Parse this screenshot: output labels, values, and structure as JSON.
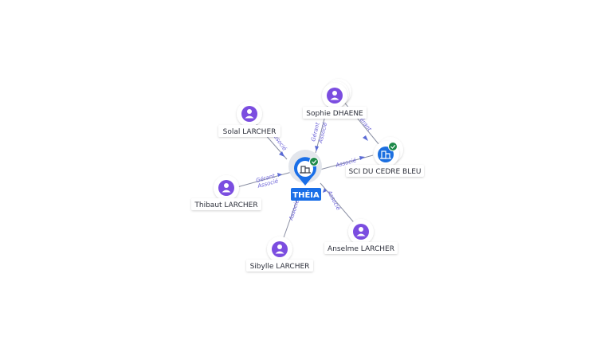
{
  "colors": {
    "person": "#7b4de0",
    "company": "#1c6fe0",
    "check": "#1e8a4a",
    "center": "#1a6fe8",
    "edge_label": "#6c63d8"
  },
  "center": {
    "label": "THÉIA",
    "icon": "building-icon"
  },
  "nodes": [
    {
      "id": "solal",
      "label": "Solal LARCHER",
      "icon": "person-icon"
    },
    {
      "id": "sophie",
      "label": "Sophie DHAENE",
      "icon": "person-icon"
    },
    {
      "id": "sci",
      "label": "SCI DU CEDRE BLEU",
      "icon": "building-icon"
    },
    {
      "id": "thibaut",
      "label": "Thibaut LARCHER",
      "icon": "person-icon"
    },
    {
      "id": "anselme",
      "label": "Anselme LARCHER",
      "icon": "person-icon"
    },
    {
      "id": "sibylle",
      "label": "Sibylle LARCHER",
      "icon": "person-icon"
    }
  ],
  "edges": [
    {
      "from": "solal",
      "to": "center",
      "labels": [
        "Associé"
      ]
    },
    {
      "from": "sophie",
      "to": "center",
      "labels": [
        "Gérant",
        "Associé"
      ]
    },
    {
      "from": "sophie",
      "to": "sci",
      "labels": [
        "Gérant"
      ]
    },
    {
      "from": "center",
      "to": "sci",
      "labels": [
        "Associé"
      ]
    },
    {
      "from": "thibaut",
      "to": "center",
      "labels": [
        "Gérant",
        "Associé"
      ]
    },
    {
      "from": "anselme",
      "to": "center",
      "labels": [
        "Associé"
      ]
    },
    {
      "from": "sibylle",
      "to": "center",
      "labels": [
        "Associé"
      ]
    }
  ]
}
